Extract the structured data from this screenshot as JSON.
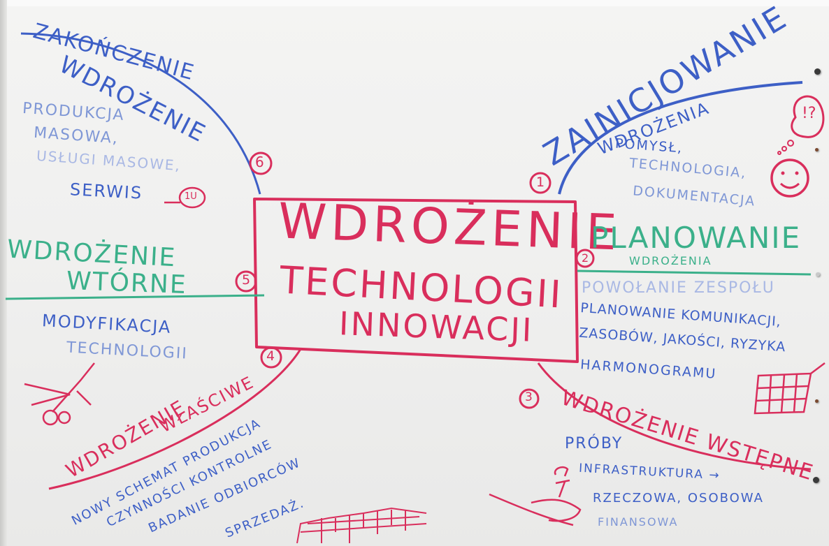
{
  "colors": {
    "red": "#d92e5c",
    "blue": "#3d5fc6",
    "light_blue": "#7f97d6",
    "green": "#3bb08a"
  },
  "center": {
    "line1": "WDROŻENIE",
    "line2": "TECHNOLOGII",
    "line3": "INNOWACJI"
  },
  "branch1": {
    "number": "1",
    "title": "ZAINICJOWANIE",
    "subtitle": "WDROŻENIA",
    "items": [
      "POMYSŁ,",
      "TECHNOLOGIA,",
      "DOKUMENTACJA"
    ],
    "bubble_text": "!?"
  },
  "branch2": {
    "number": "2",
    "title": "PLANOWANIE",
    "subtitle": "WDROŻENIA",
    "items": [
      "POWOŁANIE ZESPOŁU",
      "PLANOWANIE KOMUNIKACJI,",
      "ZASOBÓW, JAKOŚCI, RYZYKA",
      "HARMONOGRAMU"
    ]
  },
  "branch3": {
    "number": "3",
    "title": "WDROŻENIE WSTĘPNE",
    "items": [
      "PRÓBY",
      "INFRASTRUKTURA →",
      "RZECZOWA, OSOBOWA",
      "FINANSOWA"
    ]
  },
  "branch4": {
    "number": "4",
    "title": "WDROŻENIE",
    "subtitle": "WŁAŚCIWE",
    "items": [
      "NOWY SCHEMAT PRODUKCJA",
      "CZYNNOŚCI KONTROLNE",
      "BADANIE ODBIORCÓW",
      "SPRZEDAŻ."
    ]
  },
  "branch5": {
    "number": "5",
    "title1": "WDROŻENIE",
    "title2": "WTÓRNE",
    "items": [
      "MODYFIKACJA",
      "TECHNOLOGII"
    ]
  },
  "branch6": {
    "number": "6",
    "title1": "ZAKOŃCZENIE",
    "title2": "WDROŻENIE",
    "items": [
      "PRODUKCJA",
      "MASOWA,",
      "USŁUGI MASOWE,",
      "SERWIS"
    ],
    "badge": "1U"
  },
  "icons": [
    "thought-bubble-icon",
    "smiley-icon",
    "calendar-grid-icon",
    "scissors-icon",
    "wrench-hand-icon",
    "brick-wall-icon"
  ]
}
